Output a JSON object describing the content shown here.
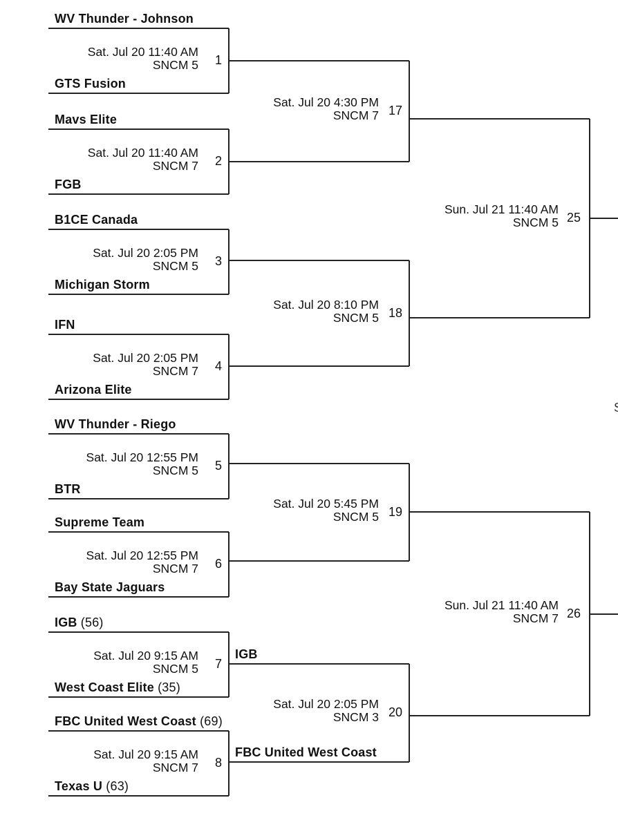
{
  "games": [
    {
      "num": "1",
      "date": "Sat. Jul 20 11:40 AM",
      "court": "SNCM 5",
      "team_a": {
        "name": "WV Thunder - Johnson",
        "score": ""
      },
      "team_b": {
        "name": "GTS Fusion",
        "score": ""
      }
    },
    {
      "num": "2",
      "date": "Sat. Jul 20 11:40 AM",
      "court": "SNCM 7",
      "team_a": {
        "name": "Mavs Elite",
        "score": ""
      },
      "team_b": {
        "name": "FGB",
        "score": ""
      }
    },
    {
      "num": "3",
      "date": "Sat. Jul 20 2:05 PM",
      "court": "SNCM 5",
      "team_a": {
        "name": "B1CE Canada",
        "score": ""
      },
      "team_b": {
        "name": "Michigan Storm",
        "score": ""
      }
    },
    {
      "num": "4",
      "date": "Sat. Jul 20 2:05 PM",
      "court": "SNCM 7",
      "team_a": {
        "name": "IFN",
        "score": ""
      },
      "team_b": {
        "name": "Arizona Elite",
        "score": ""
      }
    },
    {
      "num": "5",
      "date": "Sat. Jul 20 12:55 PM",
      "court": "SNCM 5",
      "team_a": {
        "name": "WV Thunder - Riego",
        "score": ""
      },
      "team_b": {
        "name": "BTR",
        "score": ""
      }
    },
    {
      "num": "6",
      "date": "Sat. Jul 20 12:55 PM",
      "court": "SNCM 7",
      "team_a": {
        "name": "Supreme Team",
        "score": ""
      },
      "team_b": {
        "name": "Bay State Jaguars",
        "score": ""
      }
    },
    {
      "num": "7",
      "date": "Sat. Jul 20 9:15 AM",
      "court": "SNCM 5",
      "team_a": {
        "name": "IGB",
        "score": "(56)"
      },
      "team_b": {
        "name": "West Coast Elite",
        "score": "(35)"
      }
    },
    {
      "num": "8",
      "date": "Sat. Jul 20 9:15 AM",
      "court": "SNCM 7",
      "team_a": {
        "name": "FBC United West Coast",
        "score": "(69)"
      },
      "team_b": {
        "name": "Texas U",
        "score": "(63)"
      }
    },
    {
      "num": "17",
      "date": "Sat. Jul 20 4:30 PM",
      "court": "SNCM 7",
      "team_a": {
        "name": "",
        "score": ""
      },
      "team_b": {
        "name": "",
        "score": ""
      }
    },
    {
      "num": "18",
      "date": "Sat. Jul 20 8:10 PM",
      "court": "SNCM 5",
      "team_a": {
        "name": "",
        "score": ""
      },
      "team_b": {
        "name": "",
        "score": ""
      }
    },
    {
      "num": "19",
      "date": "Sat. Jul 20 5:45 PM",
      "court": "SNCM 5",
      "team_a": {
        "name": "",
        "score": ""
      },
      "team_b": {
        "name": "",
        "score": ""
      }
    },
    {
      "num": "20",
      "date": "Sat. Jul 20 2:05 PM",
      "court": "SNCM 3",
      "team_a": {
        "name": "IGB",
        "score": ""
      },
      "team_b": {
        "name": "FBC United West Coast",
        "score": ""
      }
    },
    {
      "num": "25",
      "date": "Sun. Jul 21 11:40 AM",
      "court": "SNCM 5",
      "team_a": {
        "name": "",
        "score": ""
      },
      "team_b": {
        "name": "",
        "score": ""
      }
    },
    {
      "num": "26",
      "date": "Sun. Jul 21 11:40 AM",
      "court": "SNCM 7",
      "team_a": {
        "name": "",
        "score": ""
      },
      "team_b": {
        "name": "",
        "score": ""
      }
    }
  ],
  "edge_glyph": "S"
}
